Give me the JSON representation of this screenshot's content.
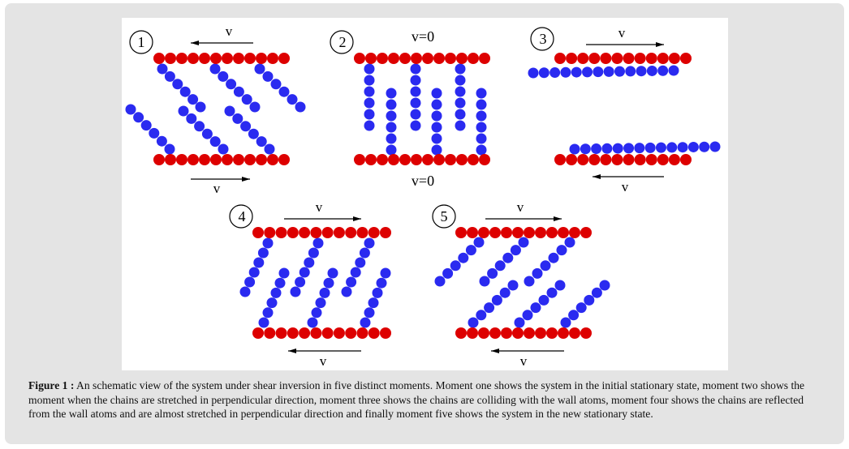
{
  "figure": {
    "panels": [
      {
        "number": "1",
        "top_velocity": "v",
        "bottom_velocity": "v"
      },
      {
        "number": "2",
        "top_velocity": "v=0",
        "bottom_velocity": "v=0"
      },
      {
        "number": "3",
        "top_velocity": "v",
        "bottom_velocity": "v"
      },
      {
        "number": "4",
        "top_velocity": "v",
        "bottom_velocity": "v"
      },
      {
        "number": "5",
        "top_velocity": "v",
        "bottom_velocity": "v"
      }
    ],
    "colors": {
      "wall": "#dd0000",
      "chain": "#2a2af0"
    }
  },
  "caption": {
    "label": "Figure 1 :",
    "text": " An schematic view of the system under shear inversion in five distinct moments. Moment one shows the system in the initial stationary state, moment two shows the moment when the chains are stretched in perpendicular direction, moment three shows the chains are colliding with the wall atoms, moment four shows the chains are reflected from the wall atoms and are almost stretched in perpendicular direction and finally moment five shows the system in the new stationary state."
  }
}
